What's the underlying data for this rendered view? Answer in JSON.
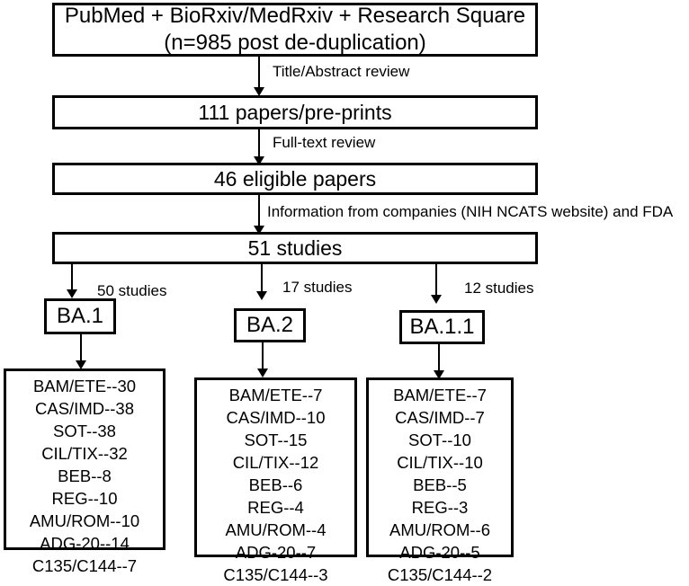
{
  "sources": {
    "line1": "PubMed + BioRxiv/MedRxiv + Research Square",
    "line2": "(n=985 post de-duplication)"
  },
  "step1": "Title/Abstract review",
  "box2": "111 papers/pre-prints",
  "step2": "Full-text review",
  "box3": "46 eligible papers",
  "step3": "Information from companies (NIH NCATS website) and FDA",
  "box4": "51 studies",
  "branches": [
    {
      "count": "50 studies",
      "variant": "BA.1",
      "items": [
        "BAM/ETE--30",
        "CAS/IMD--38",
        "SOT--38",
        "CIL/TIX--32",
        "BEB--8",
        "REG--10",
        "AMU/ROM--10",
        "ADG-20--14",
        "C135/C144--7"
      ]
    },
    {
      "count": "17 studies",
      "variant": "BA.2",
      "items": [
        "BAM/ETE--7",
        "CAS/IMD--10",
        "SOT--15",
        "CIL/TIX--12",
        "BEB--6",
        "REG--4",
        "AMU/ROM--4",
        "ADG-20--7",
        "C135/C144--3"
      ]
    },
    {
      "count": "12 studies",
      "variant": "BA.1.1",
      "items": [
        "BAM/ETE--7",
        "CAS/IMD--7",
        "SOT--10",
        "CIL/TIX--10",
        "BEB--5",
        "REG--3",
        "AMU/ROM--6",
        "ADG-20--5",
        "C135/C144--2"
      ]
    }
  ]
}
